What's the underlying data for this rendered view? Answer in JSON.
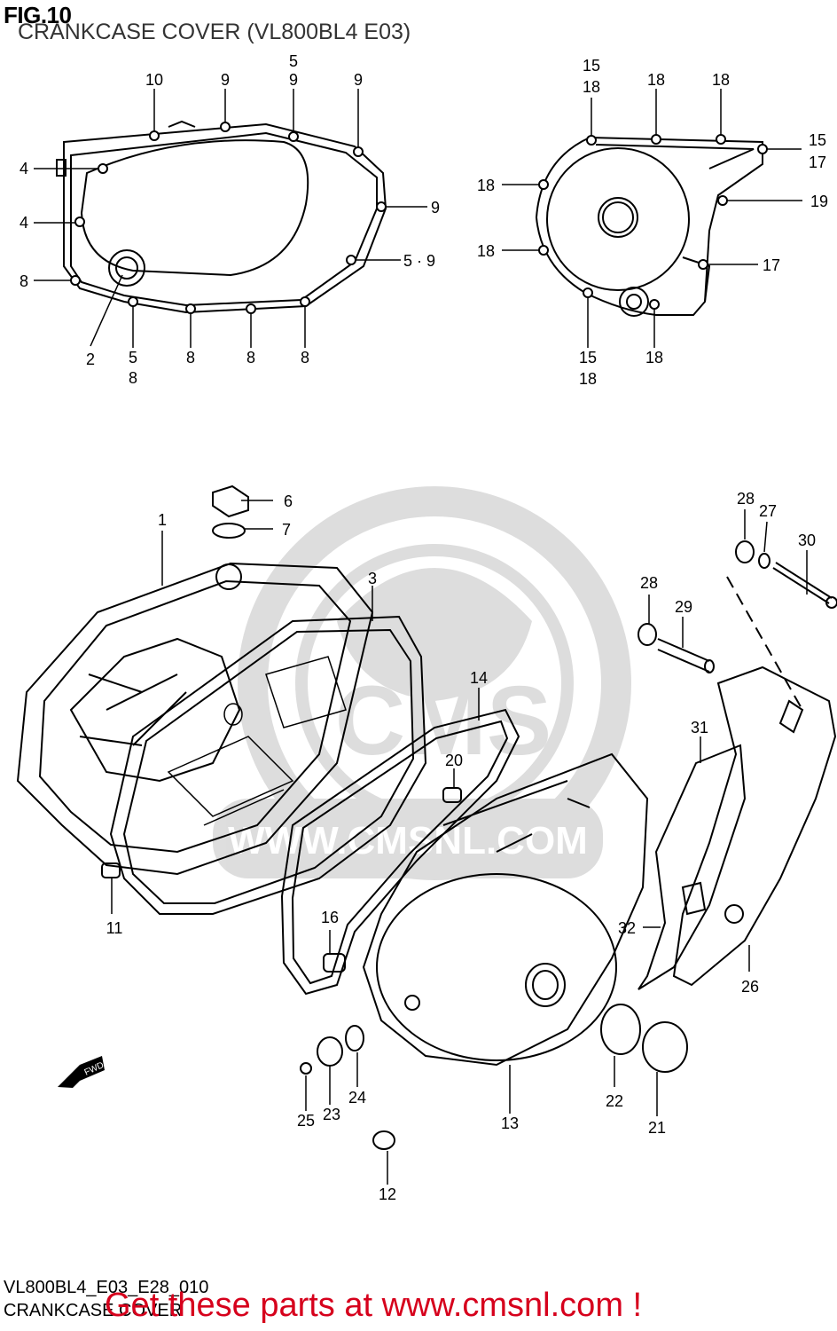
{
  "header": {
    "fig": "FIG.10",
    "title": "CRANKCASE COVER (VL800BL4 E03)"
  },
  "footer": {
    "code": "VL800BL4_E03_E28_010",
    "caption": "CRANKCASE COVER",
    "promo": "Get these parts at www.cmsnl.com !"
  },
  "watermark": {
    "text": "WWW.CMSNL.COM",
    "logo": "CMS"
  },
  "fwd_label": "FWD",
  "callouts": [
    {
      "id": "c1",
      "text": "10"
    },
    {
      "id": "c2",
      "text": "9"
    },
    {
      "id": "c3",
      "text": "5"
    },
    {
      "id": "c4",
      "text": "9"
    },
    {
      "id": "c5",
      "text": "9"
    },
    {
      "id": "c6",
      "text": "4"
    },
    {
      "id": "c7",
      "text": "4"
    },
    {
      "id": "c8",
      "text": "9"
    },
    {
      "id": "c9",
      "text": "8"
    },
    {
      "id": "c10",
      "text": "5 · 9"
    },
    {
      "id": "c11",
      "text": "2"
    },
    {
      "id": "c12",
      "text": "5"
    },
    {
      "id": "c13",
      "text": "8"
    },
    {
      "id": "c14",
      "text": "8"
    },
    {
      "id": "c15",
      "text": "8"
    },
    {
      "id": "c16",
      "text": "8"
    },
    {
      "id": "c17",
      "text": "15"
    },
    {
      "id": "c18",
      "text": "18"
    },
    {
      "id": "c19",
      "text": "18"
    },
    {
      "id": "c20",
      "text": "18"
    },
    {
      "id": "c21",
      "text": "15"
    },
    {
      "id": "c22",
      "text": "17"
    },
    {
      "id": "c23",
      "text": "18"
    },
    {
      "id": "c24",
      "text": "19"
    },
    {
      "id": "c25",
      "text": "18"
    },
    {
      "id": "c26",
      "text": "17"
    },
    {
      "id": "c27",
      "text": "15"
    },
    {
      "id": "c28",
      "text": "18"
    },
    {
      "id": "c29",
      "text": "18"
    },
    {
      "id": "c30",
      "text": "1"
    },
    {
      "id": "c31",
      "text": "6"
    },
    {
      "id": "c32",
      "text": "7"
    },
    {
      "id": "c33",
      "text": "3"
    },
    {
      "id": "c34",
      "text": "14"
    },
    {
      "id": "c35",
      "text": "20"
    },
    {
      "id": "c36",
      "text": "11"
    },
    {
      "id": "c37",
      "text": "16"
    },
    {
      "id": "c38",
      "text": "28"
    },
    {
      "id": "c39",
      "text": "27"
    },
    {
      "id": "c40",
      "text": "30"
    },
    {
      "id": "c41",
      "text": "28"
    },
    {
      "id": "c42",
      "text": "29"
    },
    {
      "id": "c43",
      "text": "31"
    },
    {
      "id": "c44",
      "text": "32"
    },
    {
      "id": "c45",
      "text": "26"
    },
    {
      "id": "c46",
      "text": "22"
    },
    {
      "id": "c47",
      "text": "21"
    },
    {
      "id": "c48",
      "text": "13"
    },
    {
      "id": "c49",
      "text": "24"
    },
    {
      "id": "c50",
      "text": "23"
    },
    {
      "id": "c51",
      "text": "25"
    },
    {
      "id": "c52",
      "text": "12"
    }
  ]
}
